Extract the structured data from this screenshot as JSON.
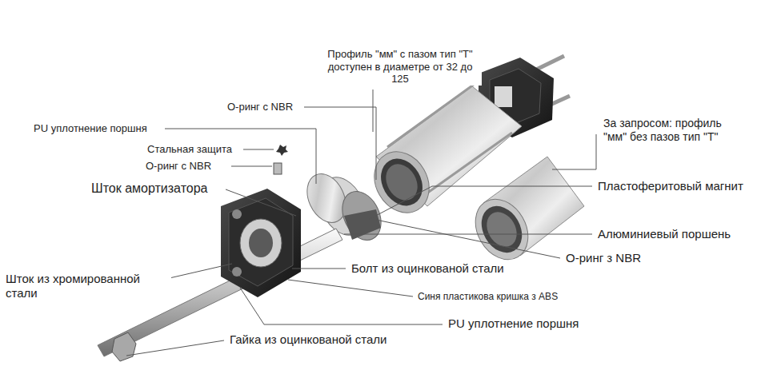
{
  "diagram": {
    "labels": [
      "Профиль \"мм\" с пазом тип \"T\" доступен в диаметре от 32 до 125",
      "О-ринг с NBR",
      "PU уплотнение поршня",
      "Стальная защита",
      "О-ринг с NBR",
      "Шток амортизатора",
      "За запросом: профиль \"мм\" без пазов тип \"T\"",
      "Пластоферитовый магнит",
      "Алюминиевый поршень",
      "О-ринг з NBR",
      "Шток из хромированной стали",
      "Болт из оцинкованой стали",
      "Синя пластикова кришка з ABS",
      "PU уплотнение поршня",
      "Гайка из оцинкованой стали"
    ]
  }
}
